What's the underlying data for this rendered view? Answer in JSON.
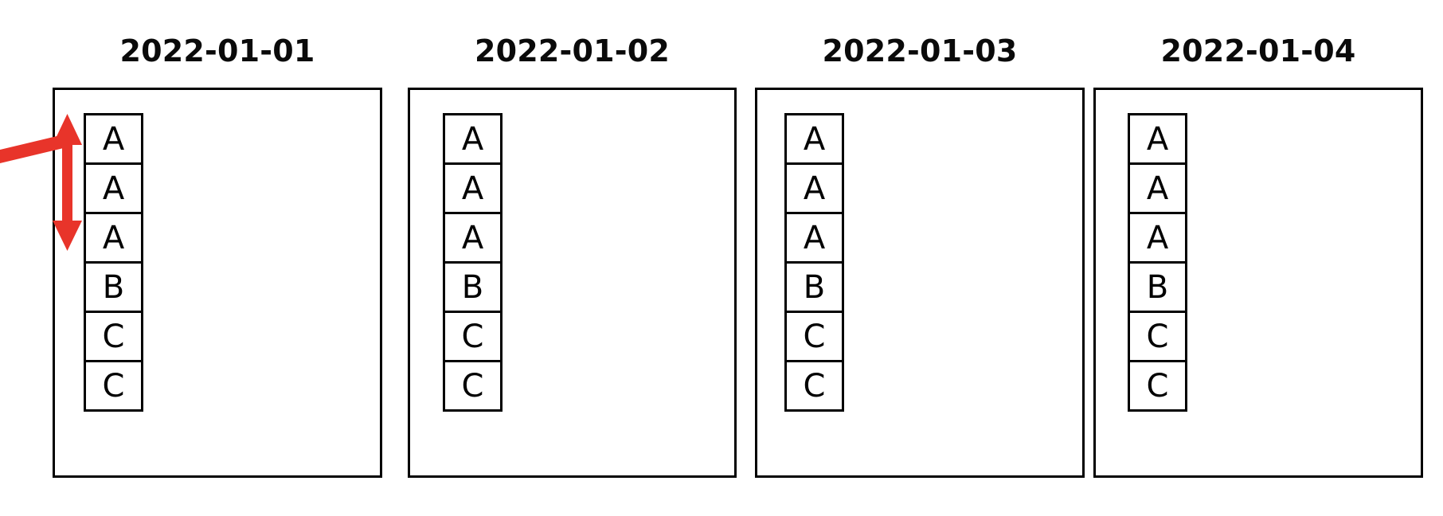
{
  "diagram": {
    "background_color": "#ffffff",
    "line_color": "#000000",
    "annotation_color": "#E8342A",
    "panels": [
      {
        "title": "2022-01-01",
        "values": [
          "A",
          "A",
          "A",
          "B",
          "C",
          "C"
        ],
        "annotated": true
      },
      {
        "title": "2022-01-02",
        "values": [
          "A",
          "A",
          "A",
          "B",
          "C",
          "C"
        ],
        "annotated": false
      },
      {
        "title": "2022-01-03",
        "values": [
          "A",
          "A",
          "A",
          "B",
          "C",
          "C"
        ],
        "annotated": false
      },
      {
        "title": "2022-01-04",
        "values": [
          "A",
          "A",
          "A",
          "B",
          "C",
          "C"
        ],
        "annotated": false
      }
    ],
    "annotation": {
      "type": "double-headed-span-arrow-with-leader",
      "target_panel_title": "2022-01-01",
      "spans_rows": [
        1,
        2,
        3
      ],
      "spans_values": [
        "A",
        "A",
        "A"
      ],
      "label": ""
    }
  }
}
